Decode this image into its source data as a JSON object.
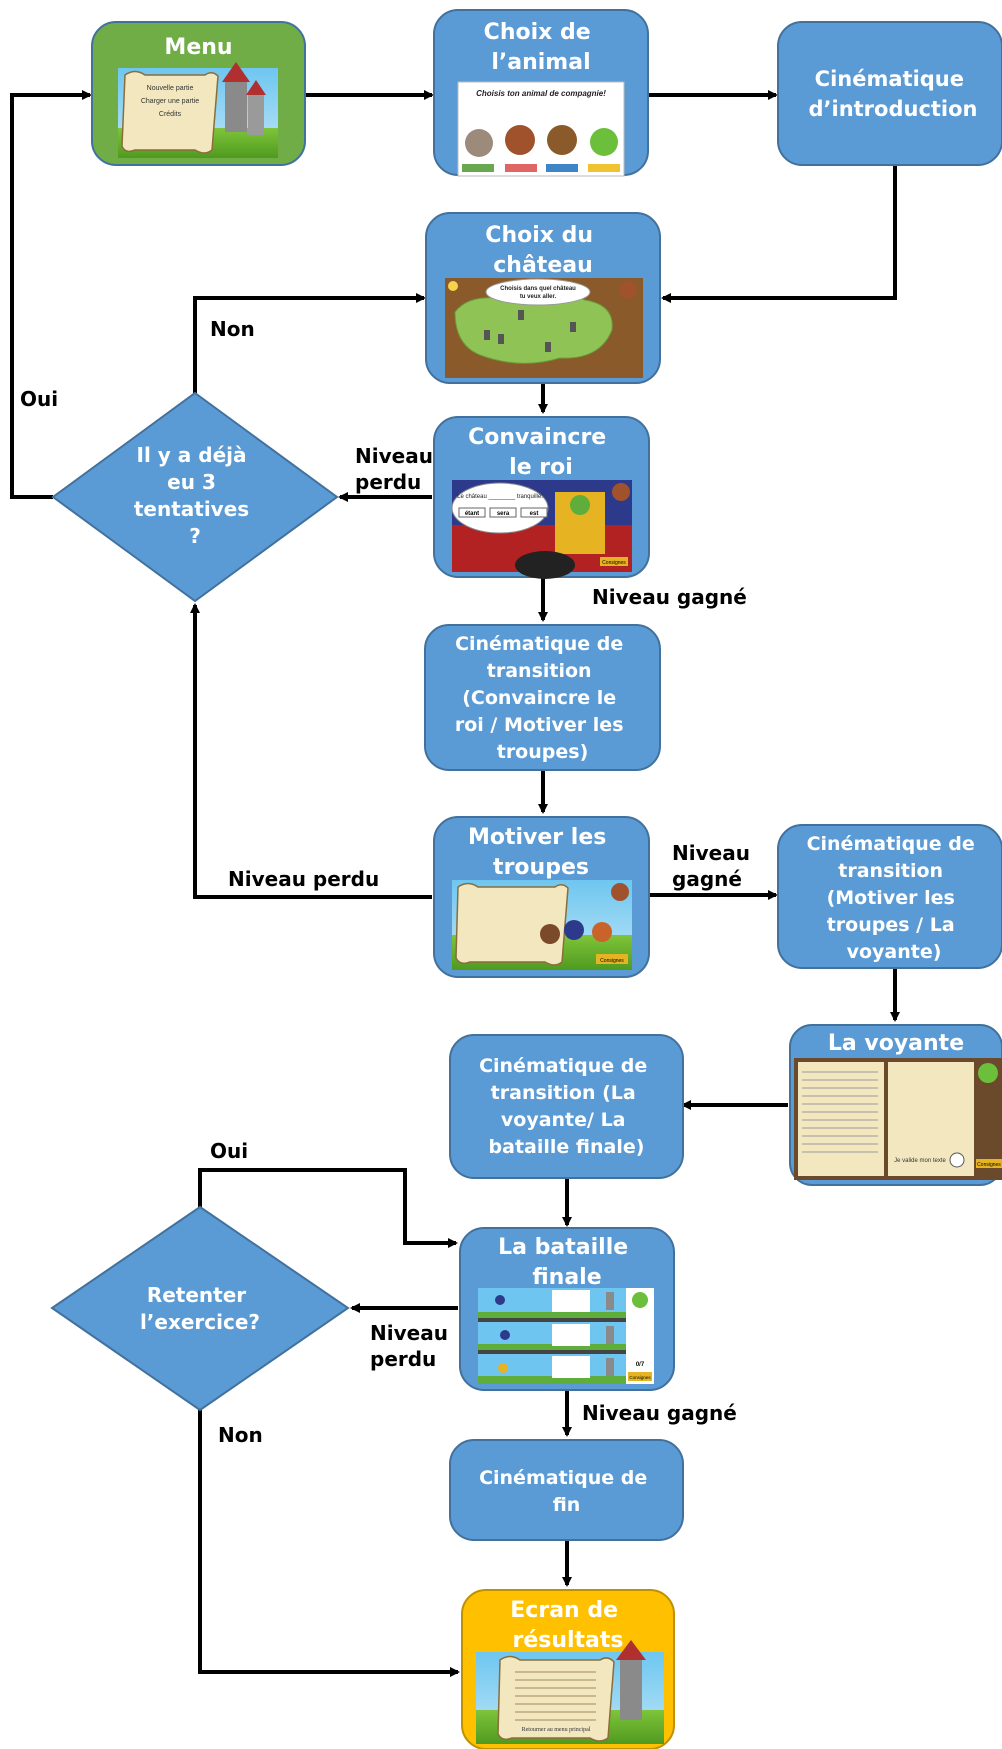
{
  "nodes": {
    "menu": {
      "lines": [
        "Menu"
      ]
    },
    "menu_shot": {
      "lines": [
        "Nouvelle partie",
        "Charger une partie",
        "Crédits"
      ]
    },
    "choix_animal": {
      "lines": [
        "Choix de",
        "l’animal"
      ]
    },
    "animal_shot": {
      "caption": "Choisis ton animal de compagnie!"
    },
    "cine_intro": {
      "lines": [
        "Cinématique",
        "d’introduction"
      ]
    },
    "choix_chateau": {
      "lines": [
        "Choix du",
        "château"
      ]
    },
    "chateau_shot": {
      "lines": [
        "Choisis dans quel château",
        "tu veux aller."
      ]
    },
    "convaincre": {
      "lines": [
        "Convaincre",
        "le roi"
      ]
    },
    "roi_shot": {
      "sentence": "Le château ________ tranquille.",
      "choices": [
        "étant",
        "sera",
        "est"
      ],
      "button": "Consignes"
    },
    "cine_trans1": {
      "lines": [
        "Cinématique de",
        "transition",
        "(Convaincre le",
        "roi / Motiver les",
        "troupes)"
      ]
    },
    "motiver": {
      "lines": [
        "Motiver les",
        "troupes"
      ]
    },
    "motiver_shot": {
      "button": "Consignes"
    },
    "cine_trans2": {
      "lines": [
        "Cinématique de",
        "transition",
        "(Motiver les",
        "troupes / La",
        "voyante)"
      ]
    },
    "voyante": {
      "lines": [
        "La voyante"
      ]
    },
    "voyante_shot": {
      "validate": "Je valide mon texte",
      "button": "Consignes"
    },
    "cine_trans3": {
      "lines": [
        "Cinématique de",
        "transition (La",
        "voyante/ La",
        "bataille finale)"
      ]
    },
    "bataille": {
      "lines": [
        "La bataille",
        "finale"
      ]
    },
    "bataille_shot": {
      "score": "0/7",
      "button": "Consignes"
    },
    "cine_fin": {
      "lines": [
        "Cinématique de",
        "fin"
      ]
    },
    "resultats": {
      "lines": [
        "Ecran de",
        "résultats"
      ]
    },
    "resultats_shot": {
      "lines": [
        "Retourner au menu principal"
      ]
    }
  },
  "decisions": {
    "tentatives": {
      "lines": [
        "Il y a déjà",
        "eu 3",
        "tentatives",
        "?"
      ]
    },
    "retenter": {
      "lines": [
        "Retenter",
        "l’exercice?"
      ]
    }
  },
  "edge_labels": {
    "oui_top": "Oui",
    "non_top": "Non",
    "niveau_perdu_1": [
      "Niveau",
      "perdu"
    ],
    "niveau_gagne_1": "Niveau gagné",
    "niveau_perdu_2": "Niveau perdu",
    "niveau_gagne_2": [
      "Niveau",
      "gagné"
    ],
    "oui_bottom": "Oui",
    "niveau_perdu_3": [
      "Niveau",
      "perdu"
    ],
    "niveau_gagne_3": "Niveau gagné",
    "non_bottom": "Non"
  },
  "colors": {
    "menu_box": "#70ad47",
    "process_box": "#5b9bd5",
    "result_box": "#ffc000",
    "decision": "#5b9bd5",
    "arrow": "#000000"
  }
}
